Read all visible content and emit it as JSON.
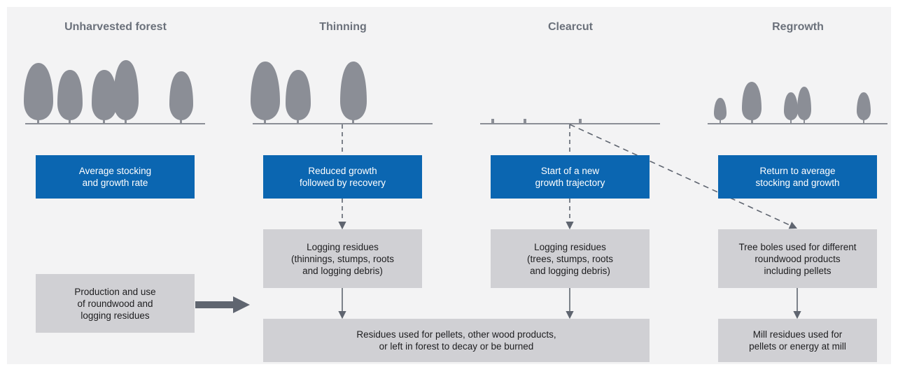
{
  "colors": {
    "panel_bg": "#f3f3f4",
    "tree": "#8b8e96",
    "ground": "#8b8e96",
    "arrow": "#5f6570",
    "blue_box": "#0b66b1",
    "gray_box": "#d0d0d4",
    "heading": "#6b717b"
  },
  "headings": {
    "unharvested": "Unharvested forest",
    "thinning": "Thinning",
    "clearcut": "Clearcut",
    "regrowth": "Regrowth"
  },
  "blue_boxes": {
    "unharvested": "Average stocking\nand growth rate",
    "thinning": "Reduced growth\nfollowed by recovery",
    "clearcut": "Start of a new\ngrowth trajectory",
    "regrowth": "Return to average\nstocking and growth"
  },
  "gray_boxes": {
    "production": "Production and use\nof roundwood and\nlogging residues",
    "thinning_residues": "Logging residues\n(thinnings, stumps, roots\nand logging debris)",
    "clearcut_residues": "Logging residues\n(trees, stumps, roots\nand logging debris)",
    "tree_boles": "Tree boles used for different\nroundwood products\nincluding pellets",
    "residues_used": "Residues used for pellets, other wood products,\nor left in forest to decay or be burned",
    "mill_residues": "Mill residues used for\npellets or energy at mill"
  },
  "icons": [
    "tree-icon",
    "stump-icon",
    "arrow-right-icon"
  ]
}
